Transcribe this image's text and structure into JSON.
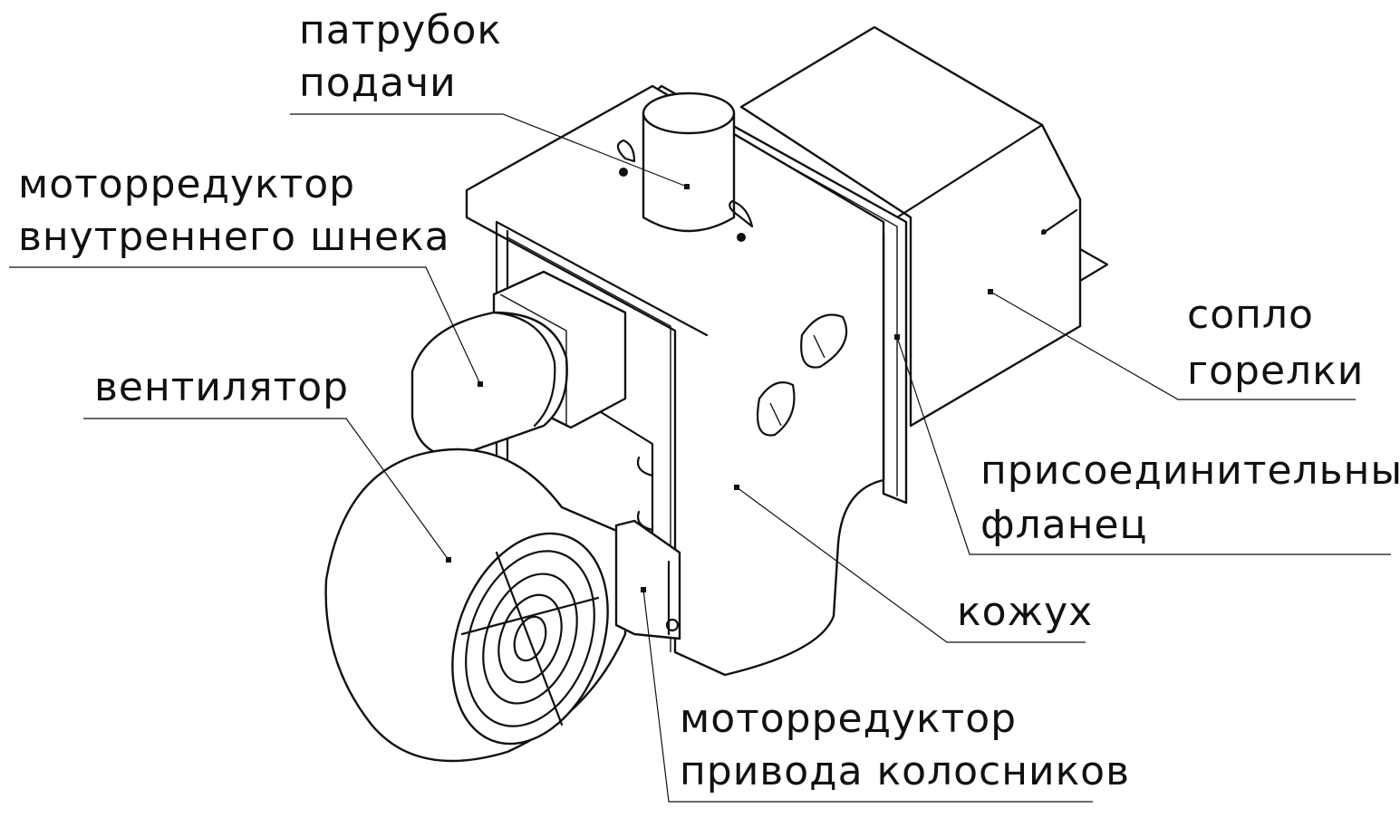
{
  "labels": {
    "inlet_pipe": [
      "патрубок",
      "подачи"
    ],
    "inner_auger_gearmotor": [
      "моторредуктор",
      "внутреннего шнека"
    ],
    "fan": [
      "вентилятор"
    ],
    "burner_nozzle": [
      "сопло",
      "горелки"
    ],
    "connecting_flange": [
      "присоединительный",
      "фланец"
    ],
    "casing": [
      "кожух"
    ],
    "grate_drive_gearmotor": [
      "моторредуктор",
      "привода колосников"
    ]
  },
  "colors": {
    "ink": "#111111",
    "background": "#ffffff"
  }
}
